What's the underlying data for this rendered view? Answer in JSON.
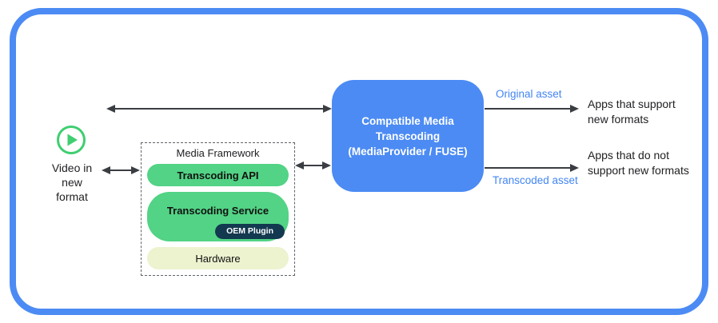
{
  "colors": {
    "border_blue": "#4C8BF4",
    "box_blue": "#4C8BF4",
    "label_blue": "#4285F4",
    "pill_green": "#52D385",
    "oem_dark": "#12394F",
    "hardware_bg": "#EDF2CF",
    "arrow": "#3A3D42",
    "play_green": "#3FCE71"
  },
  "icons": {
    "play_icon": "▶"
  },
  "source": {
    "label": "Video in\nnew\nformat"
  },
  "framework": {
    "title": "Media Framework",
    "api_label": "Transcoding API",
    "service_label": "Transcoding Service",
    "oem_label": "OEM Plugin",
    "hardware_label": "Hardware"
  },
  "transcoder": {
    "label": "Compatible Media\nTranscoding\n(MediaProvider / FUSE)"
  },
  "outputs": {
    "original_label": "Original asset",
    "original_apps": "Apps that support\nnew formats",
    "transcoded_label": "Transcoded asset",
    "transcoded_apps": "Apps that do not\nsupport new formats"
  }
}
